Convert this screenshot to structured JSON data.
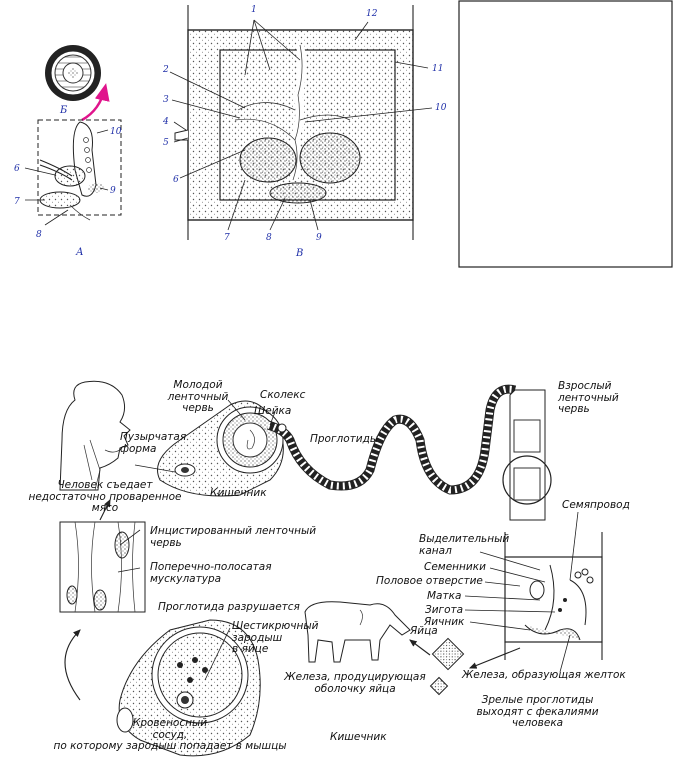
{
  "top_figure": {
    "panel_labels": {
      "a": "А",
      "b": "Б",
      "v": "В"
    },
    "a_numbers": [
      "10",
      "6",
      "7",
      "8",
      "9"
    ],
    "v_numbers_left": [
      "2",
      "3",
      "4",
      "5",
      "6"
    ],
    "v_numbers_top": [
      "1",
      "12",
      "11",
      "10"
    ],
    "v_numbers_bottom": [
      "7",
      "8",
      "9"
    ],
    "arrow_color": "#e0148c",
    "number_color": "#1f2fa8"
  },
  "life_cycle": {
    "labels": {
      "young_worm": "Молодой\nленточный\nчервь",
      "scolex": "Сколекс",
      "neck": "Шейка",
      "bladder": "Пузырчатая\nформа",
      "proglottids": "Проглотиды",
      "adult": "Взрослый\nленточный\nчервь",
      "human_eats": "Человек съедает\nнедостаточно проваренное\nмясо",
      "intestine_top": "Кишечник",
      "encysted": "Инцистированный ленточный\nчервь",
      "striated": "Поперечно-полосатая\nмускулатура",
      "sperm_duct": "Семяпровод",
      "excretory": "Выделительный\nканал",
      "testes": "Семенники",
      "genital_pore": "Половое отверстие",
      "uterus": "Матка",
      "zygote": "Зигота",
      "ovary": "Яичник",
      "proglottid_breaks": "Проглотида разрушается",
      "hexacanth": "Шестикрючный\nзародыш\nв яйце",
      "eggs": "Яйца",
      "shell_gland": "Железа, продуцирующая\nоболочку яйца",
      "yolk_gland": "Железа, образующая желток",
      "mature": "Зрелые проглотиды\nвыходят с фекалиями человека",
      "blood_vessel": "Кровеносный\nсосуд,\nпо которому зародыш попадает в мышцы",
      "intestine_bottom": "Кишечник"
    }
  }
}
